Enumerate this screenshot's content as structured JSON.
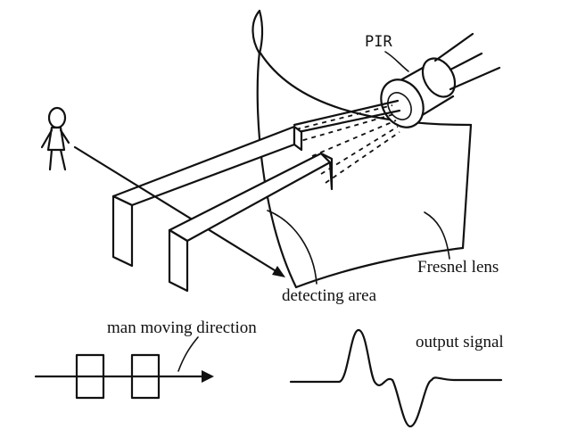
{
  "labels": {
    "pir": "PIR",
    "fresnel_lens": "Fresnel lens",
    "detecting_area": "detecting area",
    "man_moving_direction": "man moving direction",
    "output_signal": "output signal"
  }
}
